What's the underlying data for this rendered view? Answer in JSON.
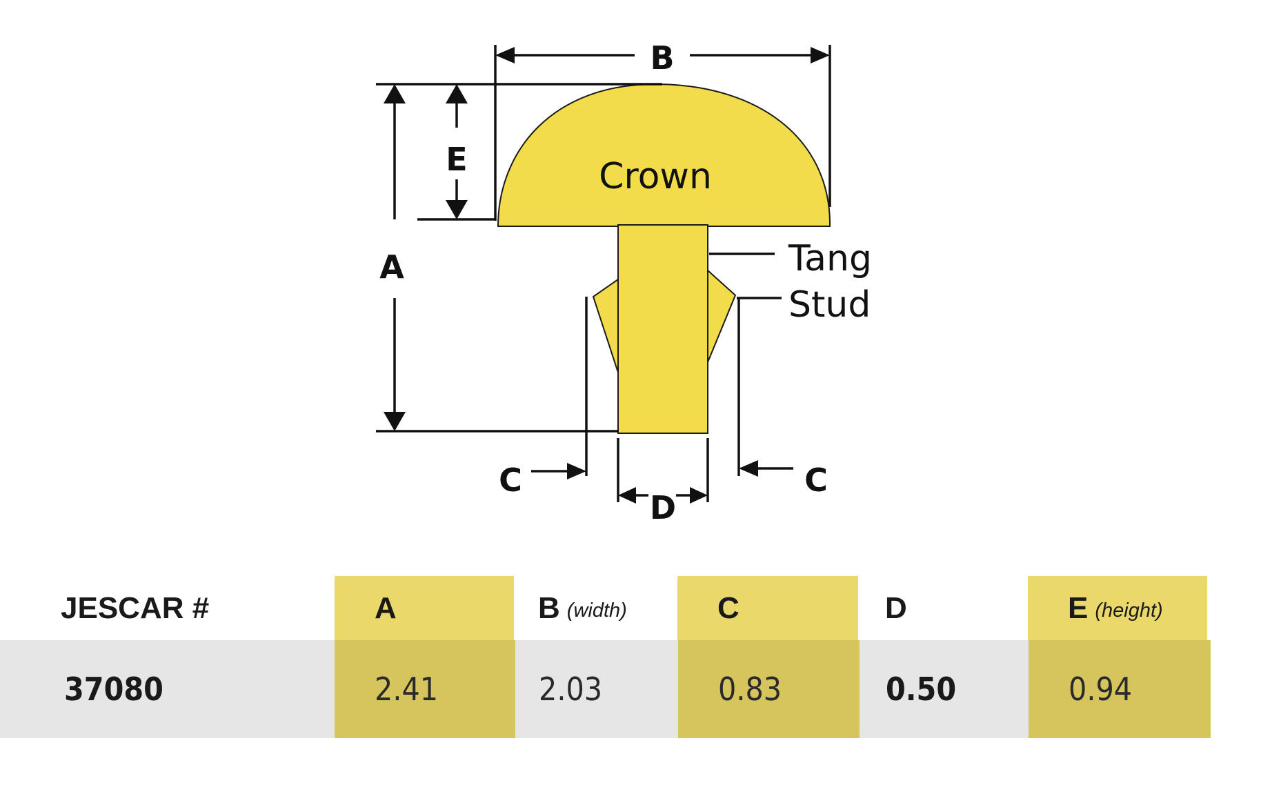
{
  "diagram": {
    "labels": {
      "a": "A",
      "b": "B",
      "c_left": "C",
      "c_right": "C",
      "d": "D",
      "e": "E",
      "crown": "Crown",
      "tang": "Tang",
      "stud": "Stud"
    },
    "colors": {
      "metal": "#f2dc4a",
      "line": "#111111"
    }
  },
  "table": {
    "headers": [
      {
        "main": "JESCAR #",
        "sub": ""
      },
      {
        "main": "A",
        "sub": ""
      },
      {
        "main": "B",
        "sub": "(width)"
      },
      {
        "main": "C",
        "sub": ""
      },
      {
        "main": "D",
        "sub": ""
      },
      {
        "main": "E",
        "sub": "(height)"
      }
    ],
    "row": [
      "37080",
      "2.41",
      "2.03",
      "0.83",
      "0.50",
      "0.94"
    ],
    "colors": {
      "highlight_header": "#ead96a",
      "highlight_cell": "#d6c45c",
      "row_background": "#e6e6e6"
    }
  }
}
